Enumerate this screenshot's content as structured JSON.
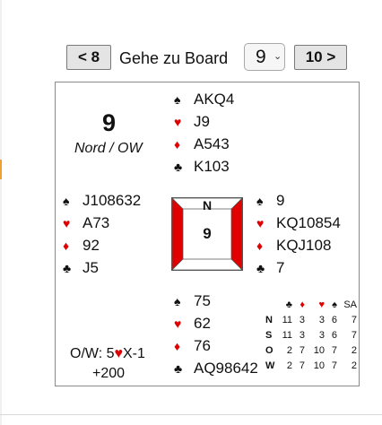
{
  "navigation": {
    "prev_label": "< 8",
    "goto_label": "Gehe zu Board",
    "selected_board": "9",
    "next_label": "10 >"
  },
  "board": {
    "number": "9",
    "dealer_vul": "Nord / OW",
    "compass_north": "N",
    "compass_board": "9",
    "suit_symbols": {
      "spades": "♠",
      "hearts": "♥",
      "diamonds": "♦",
      "clubs": "♣"
    },
    "colors": {
      "red": "#e00000",
      "black": "#111111"
    },
    "hands": {
      "north": {
        "spades": "AKQ4",
        "hearts": "J9",
        "diamonds": "A543",
        "clubs": "K103"
      },
      "west": {
        "spades": "J108632",
        "hearts": "A73",
        "diamonds": "92",
        "clubs": "J5"
      },
      "east": {
        "spades": "9",
        "hearts": "KQ10854",
        "diamonds": "KQJ108",
        "clubs": "7"
      },
      "south": {
        "spades": "75",
        "hearts": "62",
        "diamonds": "76",
        "clubs": "AQ98642"
      }
    },
    "contract": {
      "declarer": "O/W: 5",
      "suit": "♥",
      "result": "X-1"
    },
    "score": "+200",
    "double_dummy": {
      "headers": {
        "c": "♣",
        "d": "♦",
        "h": "♥",
        "s": "♠",
        "nt": "SA"
      },
      "rows": [
        {
          "player": "N",
          "c": "11",
          "d": "3",
          "h": "3",
          "s": "6",
          "nt": "7"
        },
        {
          "player": "S",
          "c": "11",
          "d": "3",
          "h": "3",
          "s": "6",
          "nt": "7"
        },
        {
          "player": "O",
          "c": "2",
          "d": "7",
          "h": "10",
          "s": "7",
          "nt": "2"
        },
        {
          "player": "W",
          "c": "2",
          "d": "7",
          "h": "10",
          "s": "7",
          "nt": "2"
        }
      ]
    }
  }
}
